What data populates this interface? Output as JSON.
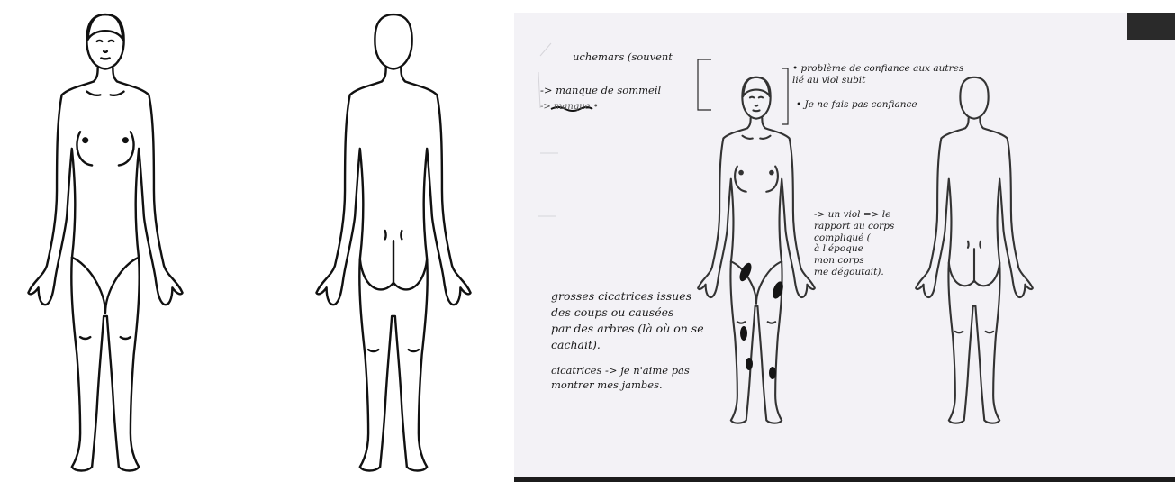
{
  "diagram": {
    "template_figures": [
      "front",
      "back"
    ],
    "annotated_figures": [
      "front",
      "back"
    ],
    "colors": {
      "ink": "#111111",
      "paper": "#f3f2f6",
      "background": "#ffffff",
      "scar_marks": "#151515"
    }
  },
  "notes": {
    "cauchemars": "uchemars (souvent",
    "manque_sommeil": "-> manque de sommeil",
    "crossed_item": "-> manque •",
    "confiance_1": "• problème de confiance aux autres\n  lié au viol subit",
    "confiance_2": "• Je ne fais pas confiance",
    "viol": "-> un viol => le\nrapport au corps\ncompliqué (\nà l'époque\nmon corps\nme dégoutait).",
    "cicatrices_coups": "grosses cicatrices issues\ndes coups ou causées\npar des arbres (là où on se\ncachait).",
    "cicatrices_jambes": "cicatrices -> je n'aime pas\nmontrer mes jambes."
  }
}
